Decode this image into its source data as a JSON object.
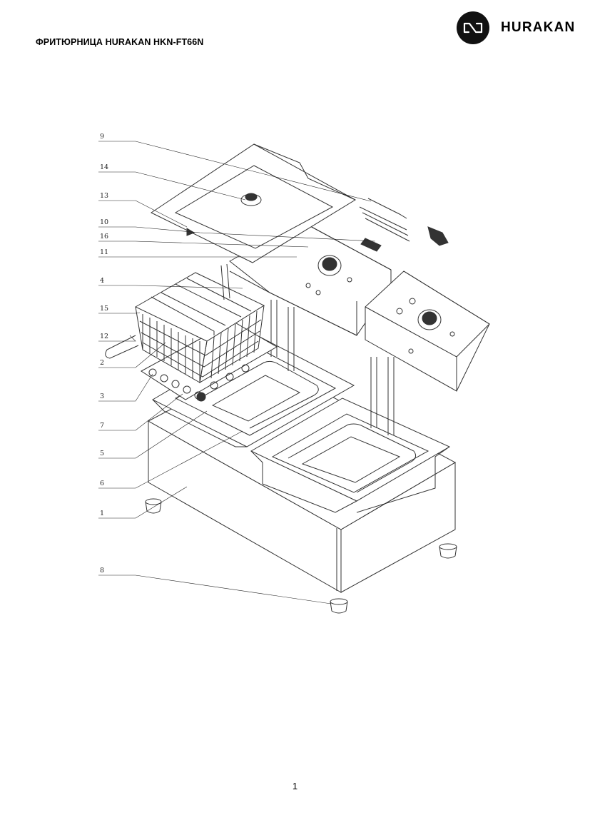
{
  "header": {
    "title": "ФРИТЮРНИЦА HURAKAN HKN-FT66N",
    "brand_name": "HURAKAN",
    "brand_logo_icon": "hurakan-infinity-logo-icon"
  },
  "diagram": {
    "callouts": [
      "9",
      "14",
      "13",
      "10",
      "16",
      "11",
      "4",
      "15",
      "12",
      "2",
      "3",
      "7",
      "5",
      "6",
      "1",
      "8"
    ]
  },
  "footer": {
    "page_number": "1"
  }
}
